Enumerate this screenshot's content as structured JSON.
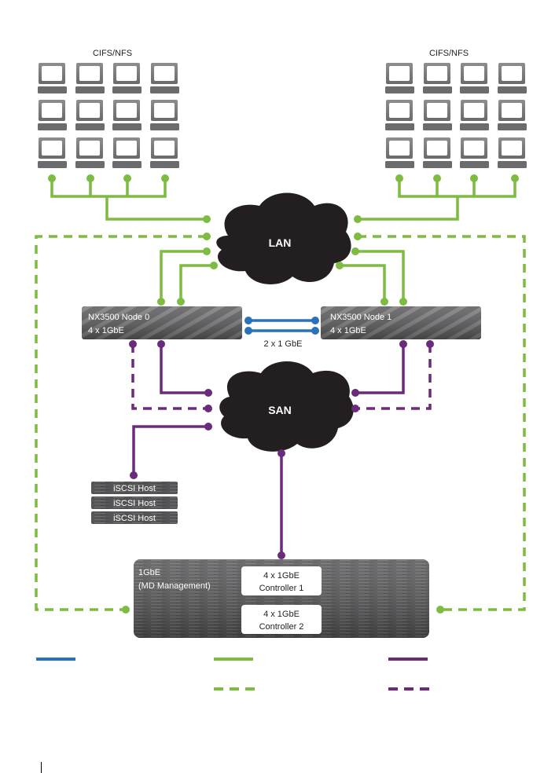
{
  "colors": {
    "blue": "#2a72b8",
    "green": "#7dbb41",
    "purple": "#6b2a7b",
    "cloud": "#231f20",
    "device_dark": "#4d4d4f",
    "device_light": "#8a8a8c"
  },
  "clients_left": {
    "label": "CIFS/NFS",
    "rows": 3,
    "cols": 4
  },
  "clients_right": {
    "label": "CIFS/NFS",
    "rows": 3,
    "cols": 4
  },
  "clouds": {
    "lan": {
      "label": "LAN"
    },
    "san": {
      "label": "SAN"
    }
  },
  "nodes": [
    {
      "name": "NX3500 Node 0",
      "ports": "4 x 1GbE"
    },
    {
      "name": "NX3500 Node 1",
      "ports": "4 x 1GbE"
    }
  ],
  "interconnect_label": "2 x 1 GbE",
  "iscsi_hosts": [
    "iSCSI Host",
    "iSCSI Host",
    "iSCSI Host"
  ],
  "storage": {
    "management_label_1": "1GbE",
    "management_label_2": "(MD Management)",
    "controllers": [
      {
        "ports": "4 x 1GbE",
        "name": "Controller 1"
      },
      {
        "ports": "4 x 1GbE",
        "name": "Controller 2"
      }
    ]
  },
  "legend": [
    {
      "color_key": "blue",
      "style": "solid",
      "label": ""
    },
    {
      "color_key": "green",
      "style": "solid",
      "label": ""
    },
    {
      "color_key": "purple",
      "style": "solid",
      "label": ""
    },
    {
      "color_key": "green",
      "style": "dashed",
      "label": ""
    },
    {
      "color_key": "purple",
      "style": "dashed",
      "label": ""
    }
  ]
}
